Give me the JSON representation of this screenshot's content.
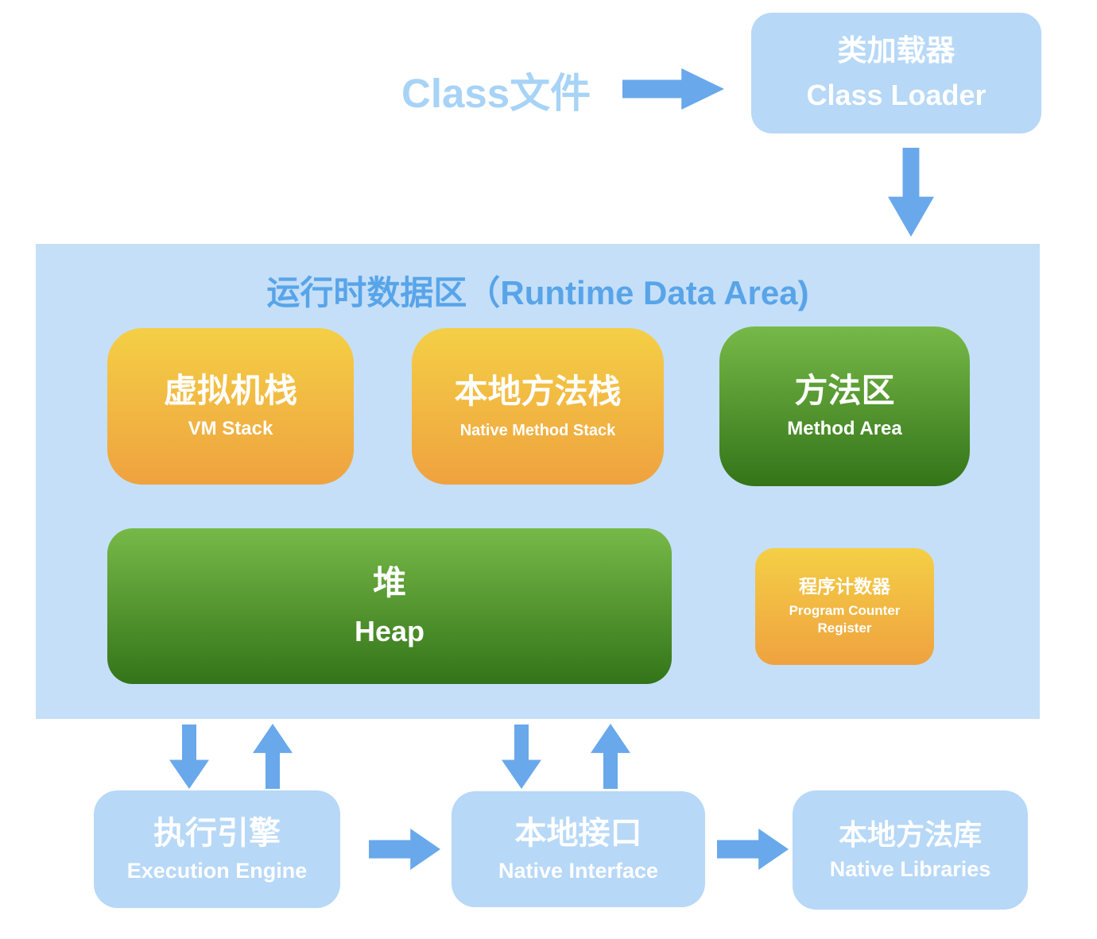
{
  "top": {
    "class_file_label": "Class文件",
    "class_loader": {
      "zh": "类加载器",
      "en": "Class Loader"
    }
  },
  "runtime_area": {
    "title": "运行时数据区（Runtime Data Area)",
    "vm_stack": {
      "zh": "虚拟机栈",
      "en": "VM Stack"
    },
    "native_method_stack": {
      "zh": "本地方法栈",
      "en": "Native Method Stack"
    },
    "method_area": {
      "zh": "方法区",
      "en": "Method Area"
    },
    "heap": {
      "zh": "堆",
      "en": "Heap"
    },
    "pc_register": {
      "zh": "程序计数器",
      "en": "Program Counter Register"
    }
  },
  "bottom": {
    "execution_engine": {
      "zh": "执行引擎",
      "en": "Execution Engine"
    },
    "native_interface": {
      "zh": "本地接口",
      "en": "Native Interface"
    },
    "native_libraries": {
      "zh": "本地方法库",
      "en": "Native Libraries"
    }
  },
  "icons": {
    "flow_arrows": [
      "arrow-right-icon",
      "arrow-down-icon",
      "arrow-up-icon"
    ]
  },
  "colors": {
    "page_bg": "#FFFFFF",
    "container_bg": "#C5DFF8",
    "light_blue_box_bg": "#B7D8F7",
    "runtime_title_text": "#58A4E9",
    "class_file_text": "#A7D3F6",
    "arrow": "#69A8EB",
    "orange_gradient_top": "#F4CF45",
    "orange_gradient_bottom": "#EFA240",
    "green_gradient_top": "#77B948",
    "green_gradient_bottom": "#337419",
    "box_text": "#FFFFFF"
  }
}
